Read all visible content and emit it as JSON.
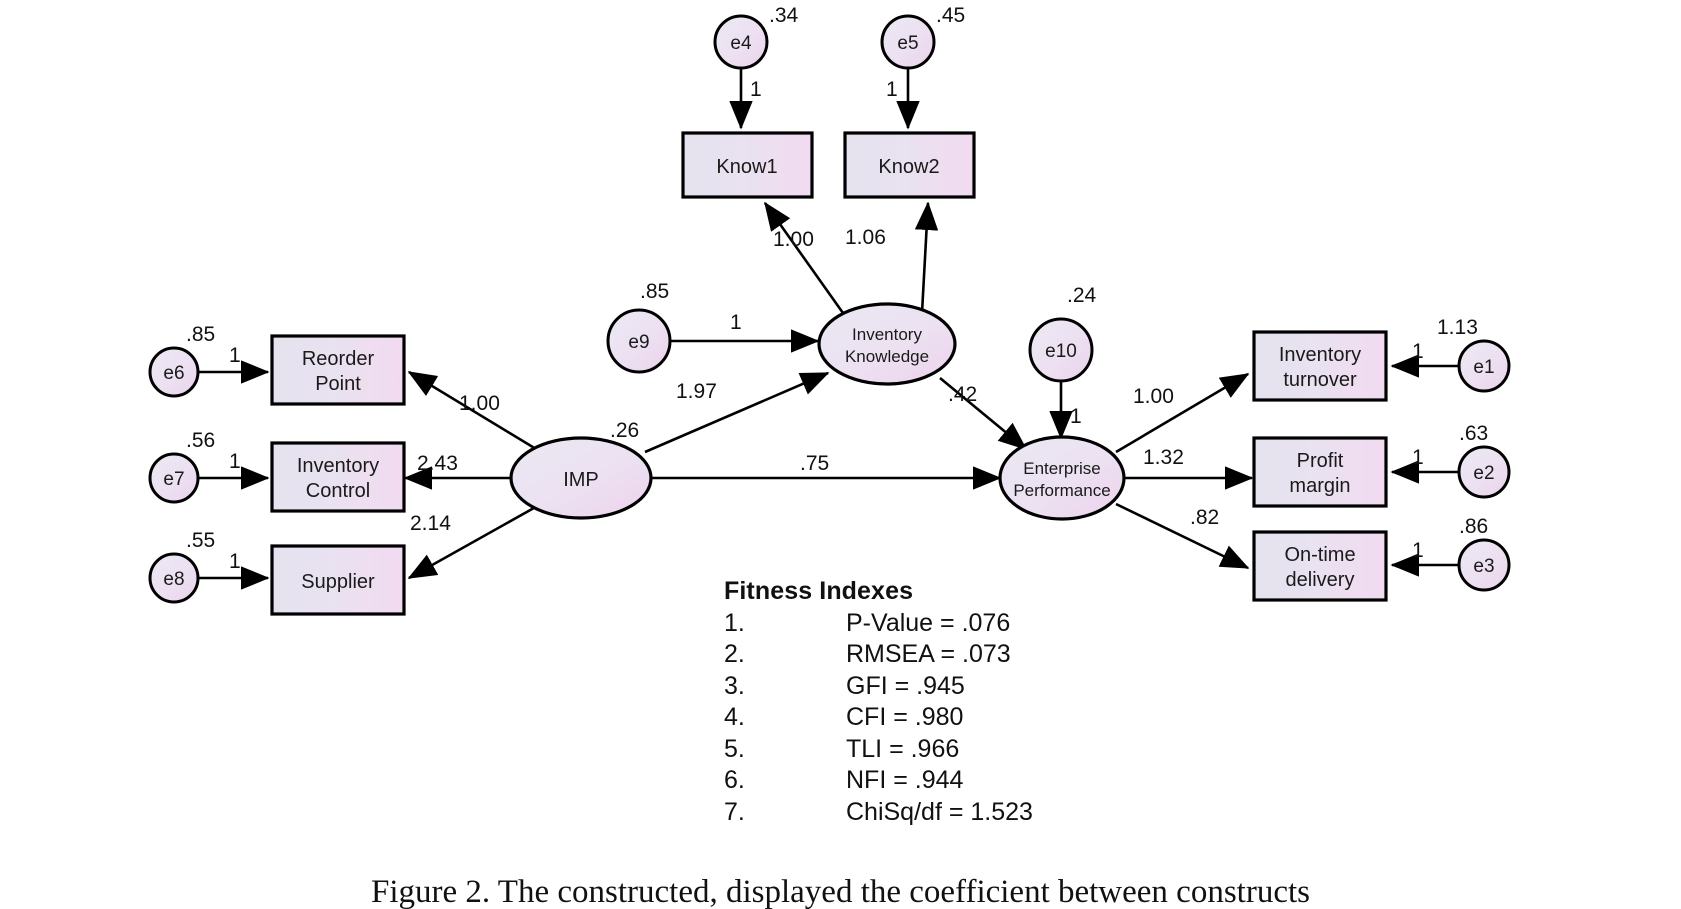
{
  "figure": {
    "caption": "Figure 2. The constructed, displayed the coefficient between constructs",
    "background": "#ffffff",
    "box_fill_left": "#e4e2ee",
    "box_fill_right": "#f0d9ef",
    "ellipse_fill_left": "#e8e6f2",
    "ellipse_fill_right": "#edd4ec",
    "stroke": "#000000"
  },
  "latents": [
    {
      "id": "IMP",
      "label": "IMP",
      "variance": ".26"
    },
    {
      "id": "INVKNOW",
      "label_line1": "Inventory",
      "label_line2": "Knowledge",
      "variance": ""
    },
    {
      "id": "ENTPERF",
      "label_line1": "Enterprise",
      "label_line2": "Performance",
      "variance": ""
    }
  ],
  "indicators": [
    {
      "id": "Know1",
      "label_line1": "Know1",
      "label_line2": ""
    },
    {
      "id": "Know2",
      "label_line1": "Know2",
      "label_line2": ""
    },
    {
      "id": "Reorder",
      "label_line1": "Reorder",
      "label_line2": "Point"
    },
    {
      "id": "InvControl",
      "label_line1": "Inventory",
      "label_line2": "Control"
    },
    {
      "id": "Supplier",
      "label_line1": "Supplier",
      "label_line2": ""
    },
    {
      "id": "InvTurn",
      "label_line1": "Inventory",
      "label_line2": "turnover"
    },
    {
      "id": "Profit",
      "label_line1": "Profit",
      "label_line2": "margin"
    },
    {
      "id": "OnTime",
      "label_line1": "On-time",
      "label_line2": "delivery"
    }
  ],
  "errors": [
    {
      "id": "e4",
      "label": "e4",
      "variance": ".34"
    },
    {
      "id": "e5",
      "label": "e5",
      "variance": ".45"
    },
    {
      "id": "e9",
      "label": "e9",
      "variance": ".85"
    },
    {
      "id": "e10",
      "label": "e10",
      "variance": ".24"
    },
    {
      "id": "e6",
      "label": "e6",
      "variance": ".85"
    },
    {
      "id": "e7",
      "label": "e7",
      "variance": ".56"
    },
    {
      "id": "e8",
      "label": "e8",
      "variance": ".55"
    },
    {
      "id": "e1",
      "label": "e1",
      "variance": "1.13"
    },
    {
      "id": "e2",
      "label": "e2",
      "variance": ".63"
    },
    {
      "id": "e3",
      "label": "e3",
      "variance": ".86"
    }
  ],
  "paths": [
    {
      "from": "e4",
      "to": "Know1",
      "coef": "1"
    },
    {
      "from": "e5",
      "to": "Know2",
      "coef": "1"
    },
    {
      "from": "INVKNOW",
      "to": "Know1",
      "coef": "1.00"
    },
    {
      "from": "INVKNOW",
      "to": "Know2",
      "coef": "1.06"
    },
    {
      "from": "e9",
      "to": "INVKNOW",
      "coef": "1"
    },
    {
      "from": "IMP",
      "to": "INVKNOW",
      "coef": "1.97"
    },
    {
      "from": "INVKNOW",
      "to": "ENTPERF",
      "coef": ".42"
    },
    {
      "from": "IMP",
      "to": "ENTPERF",
      "coef": ".75"
    },
    {
      "from": "e10",
      "to": "ENTPERF",
      "coef": "1"
    },
    {
      "from": "IMP",
      "to": "Reorder",
      "coef": "1.00"
    },
    {
      "from": "IMP",
      "to": "InvControl",
      "coef": "2.43"
    },
    {
      "from": "IMP",
      "to": "Supplier",
      "coef": "2.14"
    },
    {
      "from": "e6",
      "to": "Reorder",
      "coef": "1"
    },
    {
      "from": "e7",
      "to": "InvControl",
      "coef": "1"
    },
    {
      "from": "e8",
      "to": "Supplier",
      "coef": "1"
    },
    {
      "from": "ENTPERF",
      "to": "InvTurn",
      "coef": "1.00"
    },
    {
      "from": "ENTPERF",
      "to": "Profit",
      "coef": "1.32"
    },
    {
      "from": "ENTPERF",
      "to": "OnTime",
      "coef": ".82"
    },
    {
      "from": "e1",
      "to": "InvTurn",
      "coef": "1"
    },
    {
      "from": "e2",
      "to": "Profit",
      "coef": "1"
    },
    {
      "from": "e3",
      "to": "OnTime",
      "coef": "1"
    }
  ],
  "fitness": {
    "title": "Fitness Indexes",
    "items": [
      {
        "num": "1.",
        "text": "P-Value = .076"
      },
      {
        "num": "2.",
        "text": "RMSEA = .073"
      },
      {
        "num": "3.",
        "text": "GFI = .945"
      },
      {
        "num": "4.",
        "text": "CFI = .980"
      },
      {
        "num": "5.",
        "text": "TLI = .966"
      },
      {
        "num": "6.",
        "text": "NFI = .944"
      },
      {
        "num": "7.",
        "text": "ChiSq/df = 1.523"
      }
    ]
  }
}
